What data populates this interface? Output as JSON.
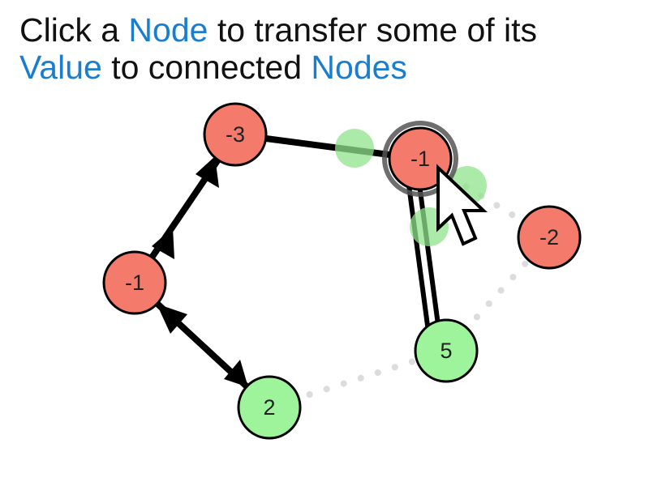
{
  "instructions": {
    "line1": [
      {
        "text": "Click a ",
        "highlight": false
      },
      {
        "text": "Node",
        "highlight": true
      },
      {
        "text": " to transfer some of its",
        "highlight": false
      }
    ],
    "line2": [
      {
        "text": "Value",
        "highlight": true
      },
      {
        "text": " to connected ",
        "highlight": false
      },
      {
        "text": "Nodes",
        "highlight": true
      }
    ]
  },
  "colors": {
    "text": "#111111",
    "highlight": "#1a7ed0",
    "negative_node": "#f47a6c",
    "positive_node": "#9df49a",
    "edge": "#000000",
    "potential_edge": "#dcdcdc",
    "selection_ring": "#555555",
    "transfer_marker": "#8fe38c"
  },
  "nodes": [
    {
      "id": "n-top-left",
      "value": "-3"
    },
    {
      "id": "n-top-right",
      "value": "-1",
      "selected": true
    },
    {
      "id": "n-left",
      "value": "-1"
    },
    {
      "id": "n-right",
      "value": "-2"
    },
    {
      "id": "n-bottom-right",
      "value": "5"
    },
    {
      "id": "n-bottom-left",
      "value": "2"
    }
  ],
  "edges": [
    {
      "from": "n-top-left",
      "to": "n-top-right",
      "style": "solid"
    },
    {
      "from": "n-left",
      "to": "n-top-left",
      "style": "arrow"
    },
    {
      "from": "n-bottom-left",
      "to": "n-left",
      "style": "arrow"
    },
    {
      "from": "n-top-right",
      "to": "n-bottom-right",
      "style": "double"
    },
    {
      "from": "n-top-right",
      "to": "n-right",
      "style": "dotted"
    },
    {
      "from": "n-right",
      "to": "n-bottom-right",
      "style": "dotted"
    },
    {
      "from": "n-bottom-right",
      "to": "n-bottom-left",
      "style": "dotted"
    }
  ],
  "cursor": "pointer-arrow-icon"
}
